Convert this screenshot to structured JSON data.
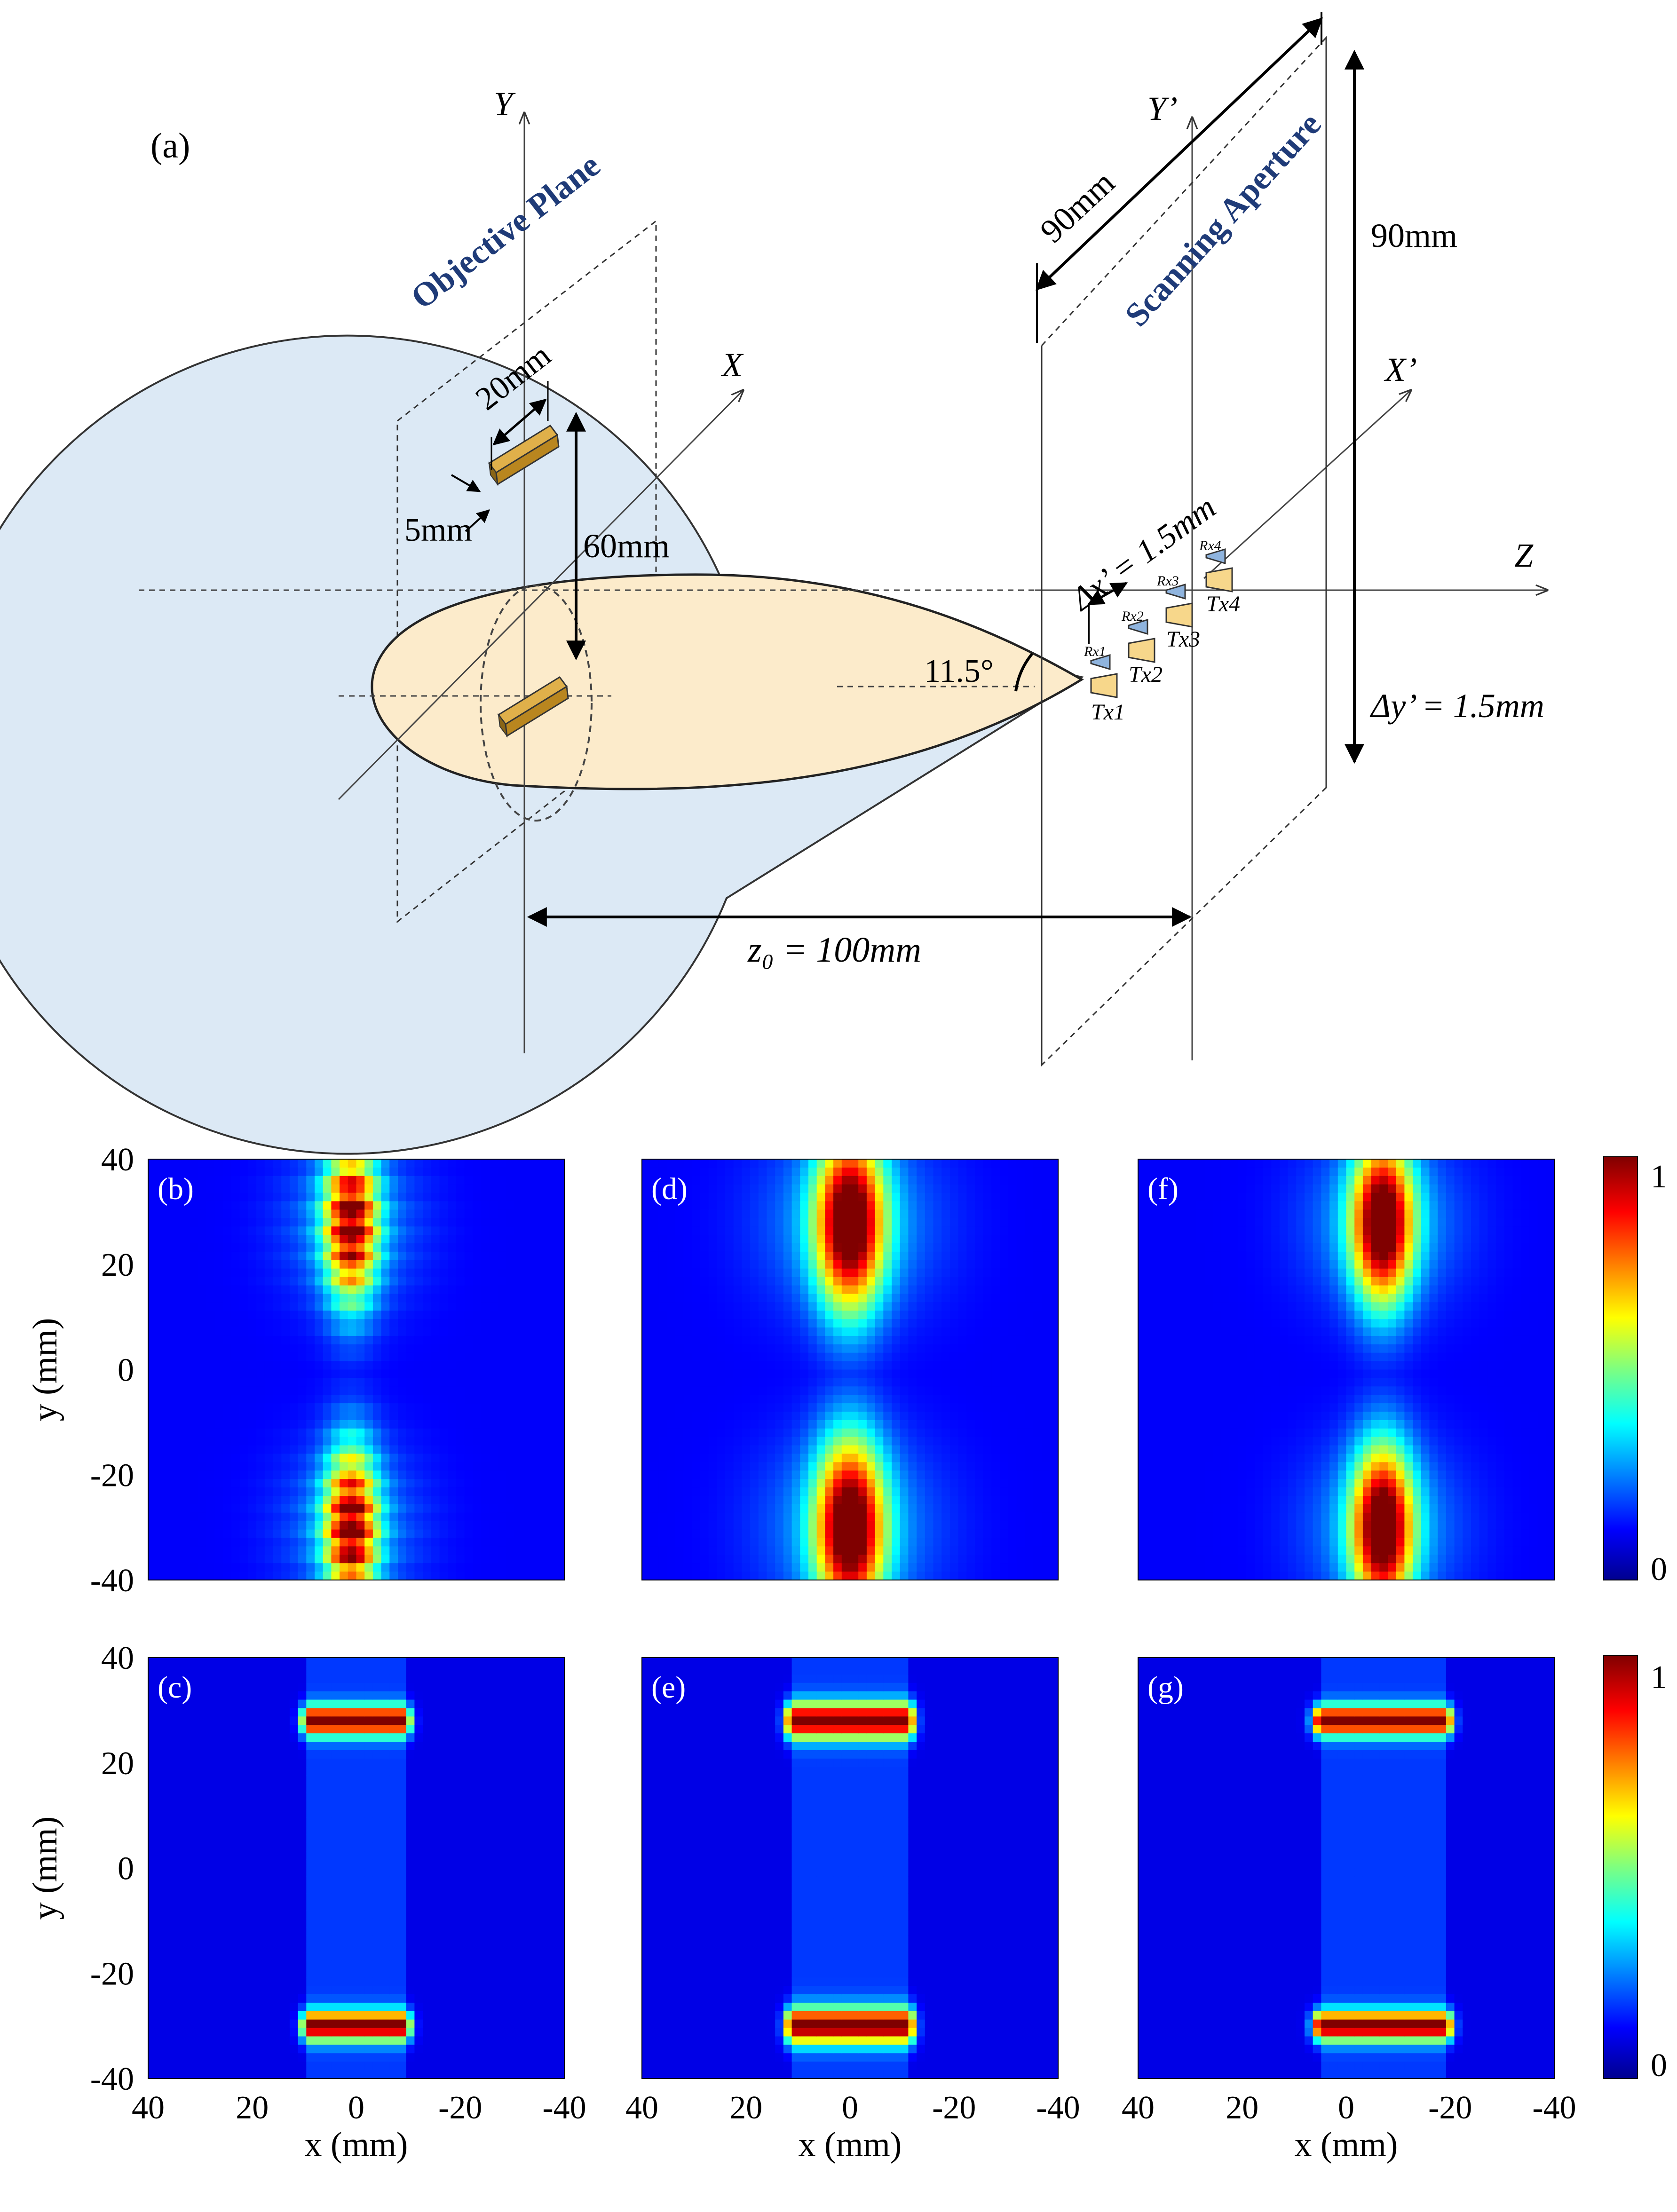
{
  "diagram": {
    "panel_label": "(a)",
    "objective_plane_label": "Objective Plane",
    "scanning_aperture_label": "Scanning Aperture",
    "axes": {
      "Y": "Y",
      "X": "X",
      "Z": "Z",
      "Yp": "Y’",
      "Xp": "X’"
    },
    "dim_target_length": "20mm",
    "dim_target_width": "5mm",
    "dim_target_sep": "60mm",
    "dim_aperture_w": "90mm",
    "dim_aperture_h": "90mm",
    "dim_dx": "Δx’ = 1.5mm",
    "dim_dy": "Δy’ = 1.5mm",
    "dim_z0": "z₀ = 100mm",
    "angle": "11.5°",
    "antennas": {
      "rx": [
        "Rx1",
        "Rx2",
        "Rx3",
        "Rx4"
      ],
      "tx": [
        "Tx1",
        "Tx2",
        "Tx3",
        "Tx4"
      ]
    },
    "colors": {
      "blue_region": "#dce9f5",
      "beam": "#fcebcb",
      "target": "#c8962a",
      "label_blue": "#1f3b78"
    }
  },
  "chart_data": {
    "type": "heatmap",
    "xlabel": "x (mm)",
    "ylabel": "y (mm)",
    "x_ticks": [
      "40",
      "20",
      "0",
      "-20",
      "-40"
    ],
    "y_ticks": [
      "40",
      "20",
      "0",
      "-20",
      "-40"
    ],
    "xlim": [
      40,
      -40
    ],
    "ylim": [
      -40,
      40
    ],
    "colorscale": "jet",
    "colorbar_ticks": [
      "1",
      "0"
    ],
    "clim": [
      0,
      1
    ],
    "panels": [
      {
        "label": "(b)",
        "row": 0,
        "col": 0,
        "kind": "raw",
        "x0": 1,
        "sx": 3.5,
        "sy": 11,
        "ripple": 1
      },
      {
        "label": "(d)",
        "row": 0,
        "col": 1,
        "kind": "raw",
        "x0": 0,
        "sx": 4.5,
        "sy": 12,
        "ripple": 0
      },
      {
        "label": "(f)",
        "row": 0,
        "col": 2,
        "kind": "raw",
        "x0": -7,
        "sx": 4,
        "sy": 11,
        "ripple": 0
      },
      {
        "label": "(c)",
        "row": 1,
        "col": 0,
        "kind": "rec",
        "x0": 0,
        "halfw": 9,
        "halfh": 2.5
      },
      {
        "label": "(e)",
        "row": 1,
        "col": 1,
        "kind": "rec",
        "x0": 0,
        "halfw": 11,
        "halfh": 3
      },
      {
        "label": "(g)",
        "row": 1,
        "col": 2,
        "kind": "rec",
        "x0": -7,
        "halfw": 12,
        "halfh": 2.5
      }
    ],
    "targets_y": [
      28,
      -30
    ]
  }
}
